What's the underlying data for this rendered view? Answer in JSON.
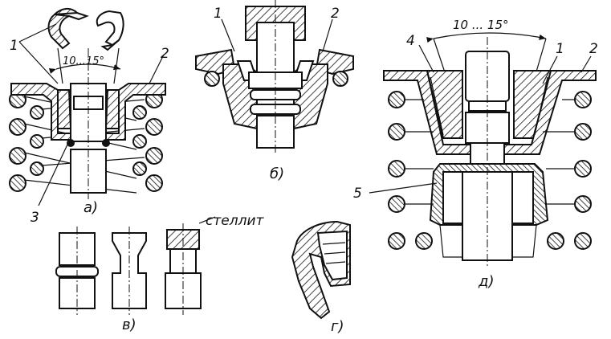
{
  "diagram": {
    "views": {
      "a": {
        "caption": "а)",
        "angle_label": "10...15°",
        "labels": {
          "left": "1",
          "right": "2",
          "bottom": "3"
        }
      },
      "b": {
        "caption": "б)",
        "labels": {
          "left": "1",
          "right": "2"
        }
      },
      "v": {
        "caption": "в)",
        "material_label": "стеллит"
      },
      "g": {
        "caption": "г)"
      },
      "d": {
        "caption": "д)",
        "angle_label": "10 ... 15°",
        "labels": {
          "top_left": "4",
          "top_mid": "1",
          "top_right": "2",
          "left": "5"
        }
      }
    }
  }
}
